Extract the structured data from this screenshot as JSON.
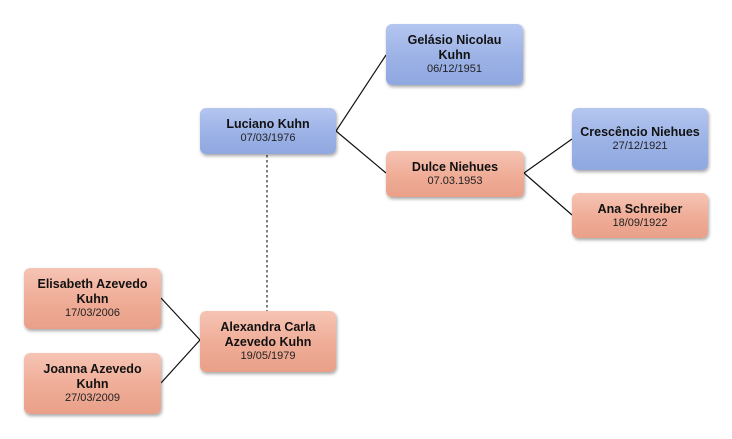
{
  "people": {
    "luciano": {
      "name": "Luciano Kuhn",
      "date": "07/03/1976",
      "gender": "male"
    },
    "gelasio": {
      "name": "Gelásio Nicolau Kuhn",
      "date": "06/12/1951",
      "gender": "male"
    },
    "dulce": {
      "name": "Dulce Niehues",
      "date": "07.03.1953",
      "gender": "female"
    },
    "crescencio": {
      "name": "Crescêncio Niehues",
      "date": "27/12/1921",
      "gender": "male"
    },
    "ana": {
      "name": "Ana Schreiber",
      "date": "18/09/1922",
      "gender": "female"
    },
    "alexandra": {
      "name": "Alexandra Carla Azevedo Kuhn",
      "date": "19/05/1979",
      "gender": "female"
    },
    "elisabeth": {
      "name": "Elisabeth Azevedo Kuhn",
      "date": "17/03/2006",
      "gender": "female"
    },
    "joanna": {
      "name": "Joanna Azevedo Kuhn",
      "date": "27/03/2009",
      "gender": "female"
    }
  },
  "relations": [
    {
      "type": "parent",
      "child": "luciano",
      "parent": "gelasio"
    },
    {
      "type": "parent",
      "child": "luciano",
      "parent": "dulce"
    },
    {
      "type": "parent",
      "child": "dulce",
      "parent": "crescencio"
    },
    {
      "type": "parent",
      "child": "dulce",
      "parent": "ana"
    },
    {
      "type": "spouse",
      "a": "luciano",
      "b": "alexandra"
    },
    {
      "type": "parent",
      "child": "elisabeth",
      "parent": "alexandra"
    },
    {
      "type": "parent",
      "child": "joanna",
      "parent": "alexandra"
    }
  ],
  "colors": {
    "male": "#9cb2e6",
    "female": "#efac96",
    "line": "#111111",
    "spouse_line": "#555555"
  }
}
